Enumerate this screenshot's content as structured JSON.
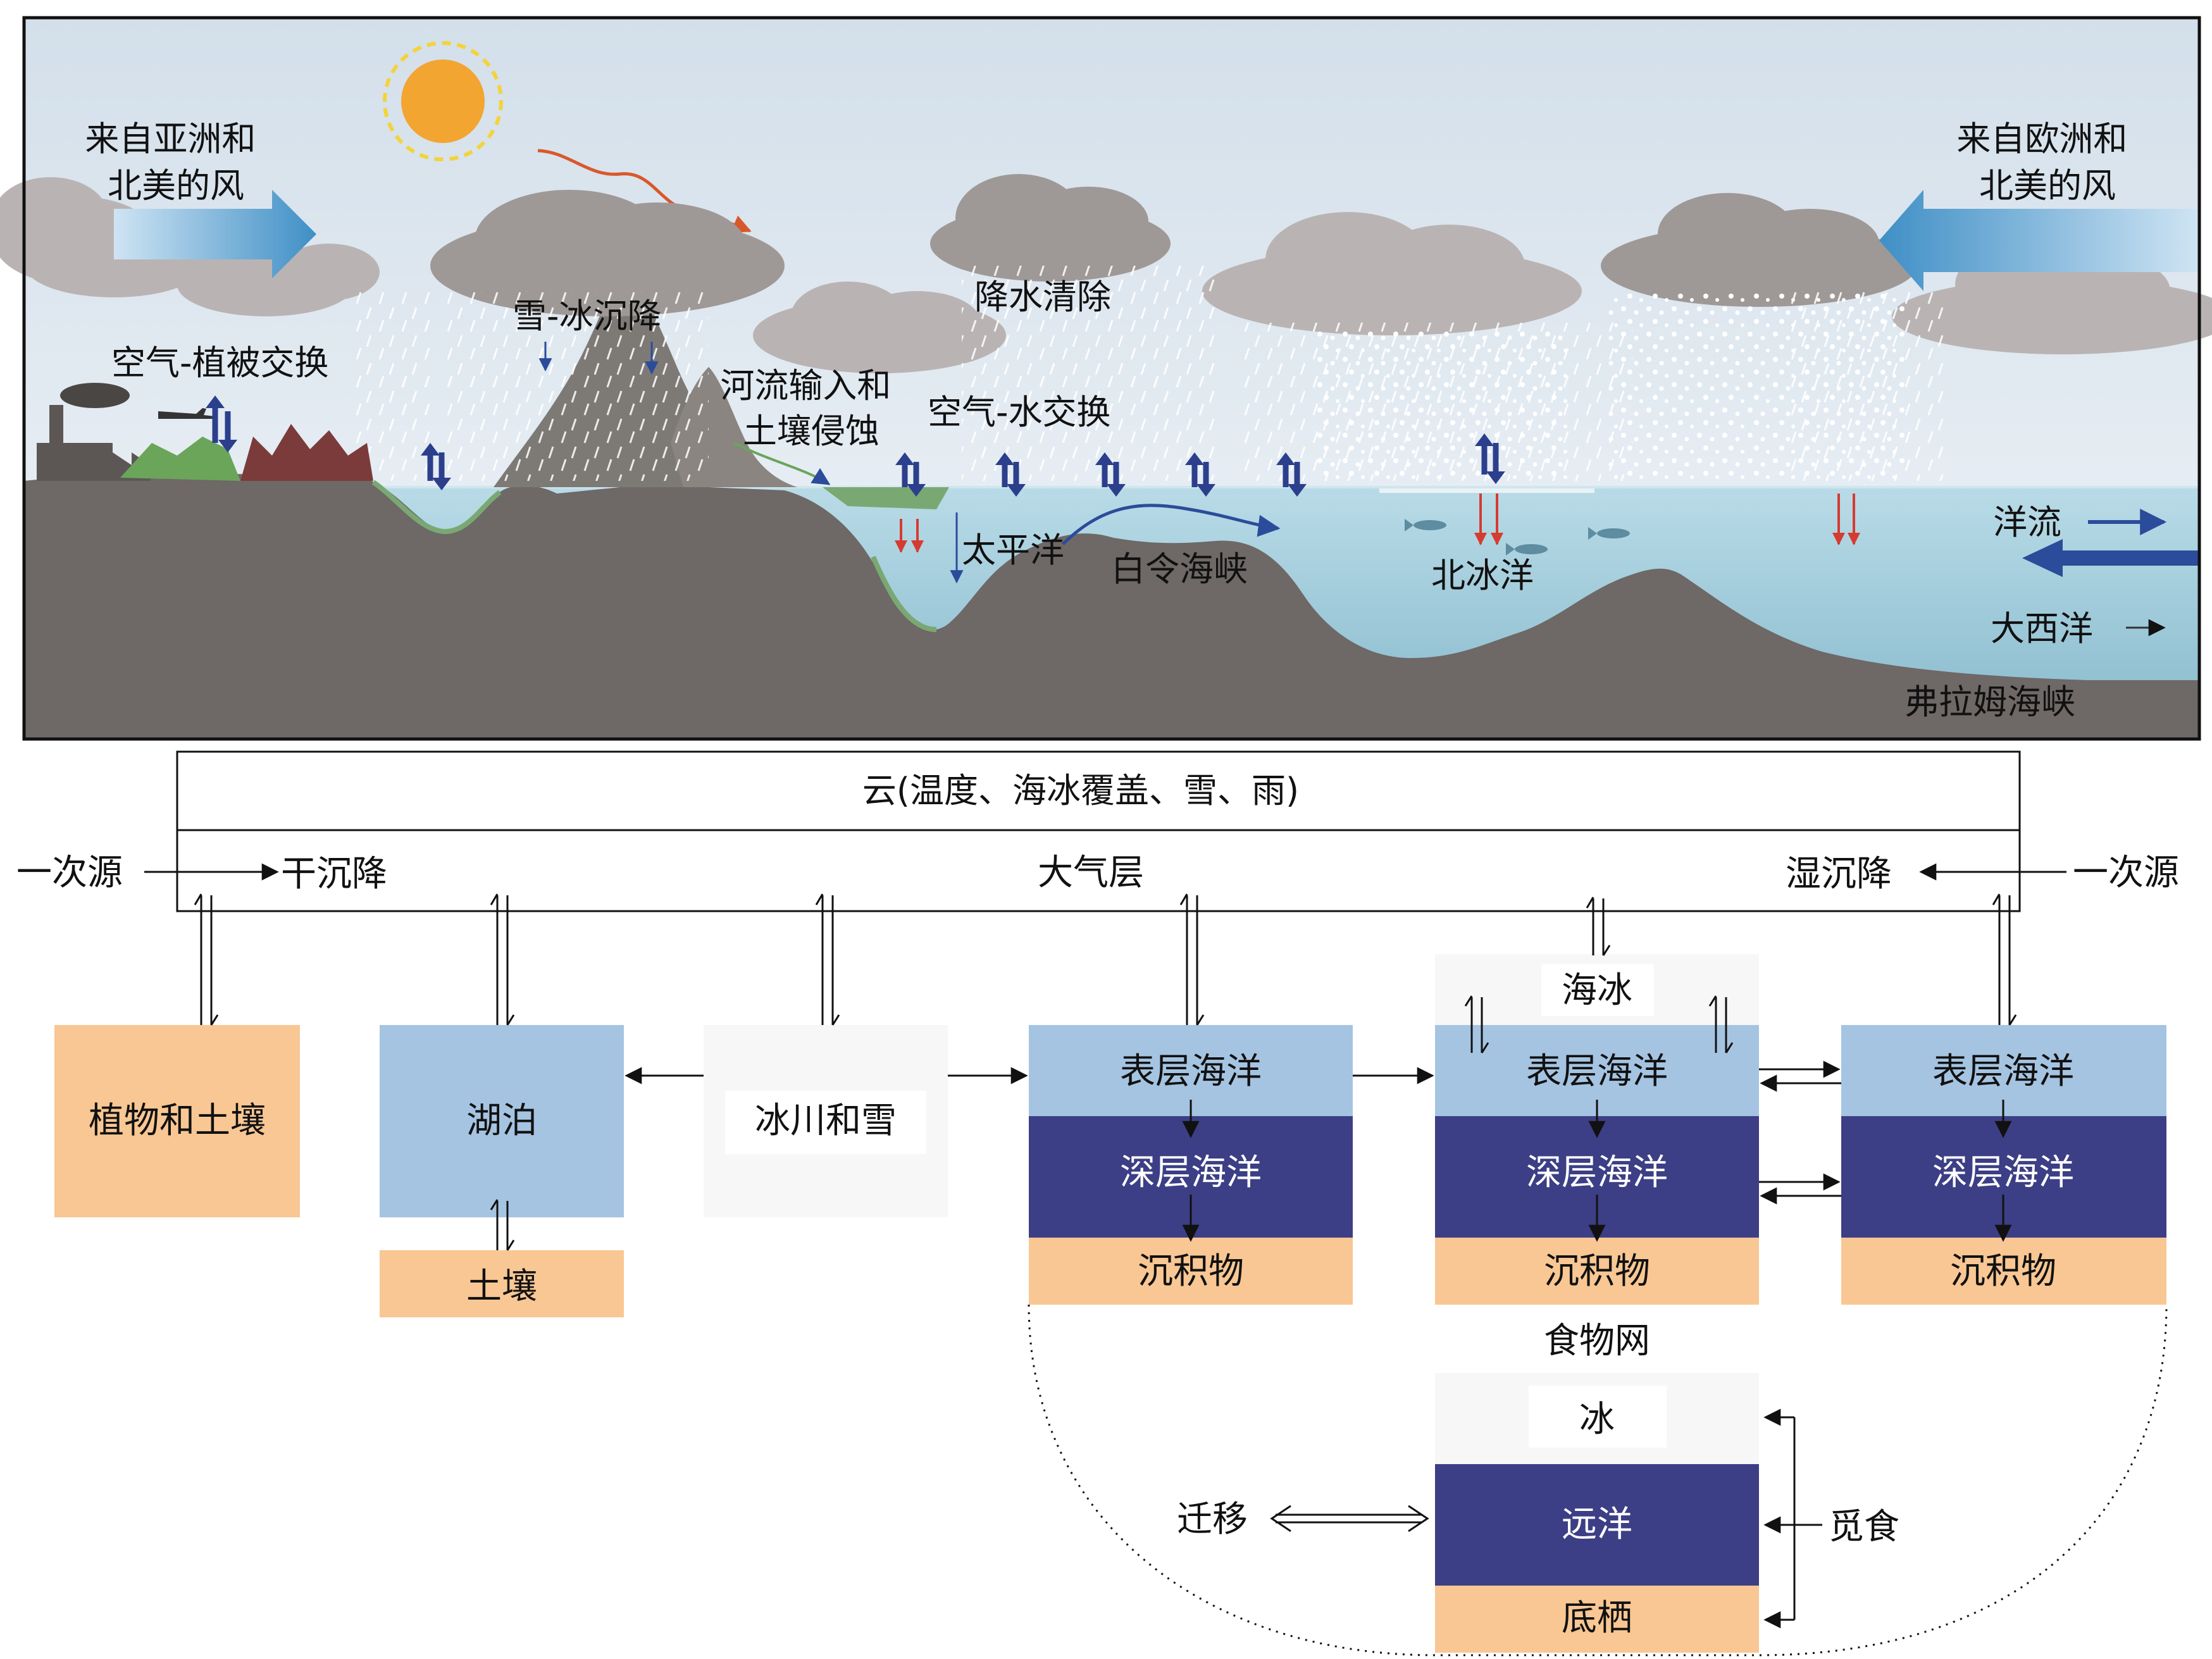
{
  "scene": {
    "wind_left": "来自亚洲和\n北美的风",
    "wind_right": "来自欧洲和\n北美的风",
    "air_veg": "空气-植被交换",
    "snow_ice": "雪-冰沉降",
    "river": "河流输入和\n土壤侵蚀",
    "precip": "降水清除",
    "air_water": "空气-水交换",
    "pacific": "太平洋",
    "bering": "白令海峡",
    "arctic": "北冰洋",
    "current": "洋流",
    "atlantic": "大西洋",
    "fram": "弗拉姆海峡"
  },
  "flow": {
    "cloud_header": "云(温度、海冰覆盖、雪、雨)",
    "primary_left": "一次源",
    "primary_right": "一次源",
    "dry": "干沉降",
    "atmos": "大气层",
    "wet": "湿沉降",
    "plants": "植物和土壤",
    "lake": "湖泊",
    "soil": "土壤",
    "glacier": "冰川和雪",
    "sea_ice": "海冰",
    "surface": "表层海洋",
    "deep": "深层海洋",
    "sediment": "沉积物",
    "foodweb": "食物网",
    "ice": "冰",
    "pelagic": "远洋",
    "benthic": "底栖",
    "migration": "迁移",
    "foraging": "觅食"
  },
  "colors": {
    "sky_top": "#d7e2eb",
    "sky_bottom": "#eef3f7",
    "land": "#6e6866",
    "sea": "#a6cfdd",
    "sun": "#f2a531",
    "cloud": "#b9b4b3",
    "wind_arrow": "#4e9ccc",
    "exchange_arrow": "#2b3f8c",
    "down_arrow_red": "#d63b30",
    "box_peach": "#f8c793",
    "box_lightblue": "#a5c4e2",
    "box_darknavy": "#3c3f85",
    "box_offwhite": "#f7f7f7"
  }
}
